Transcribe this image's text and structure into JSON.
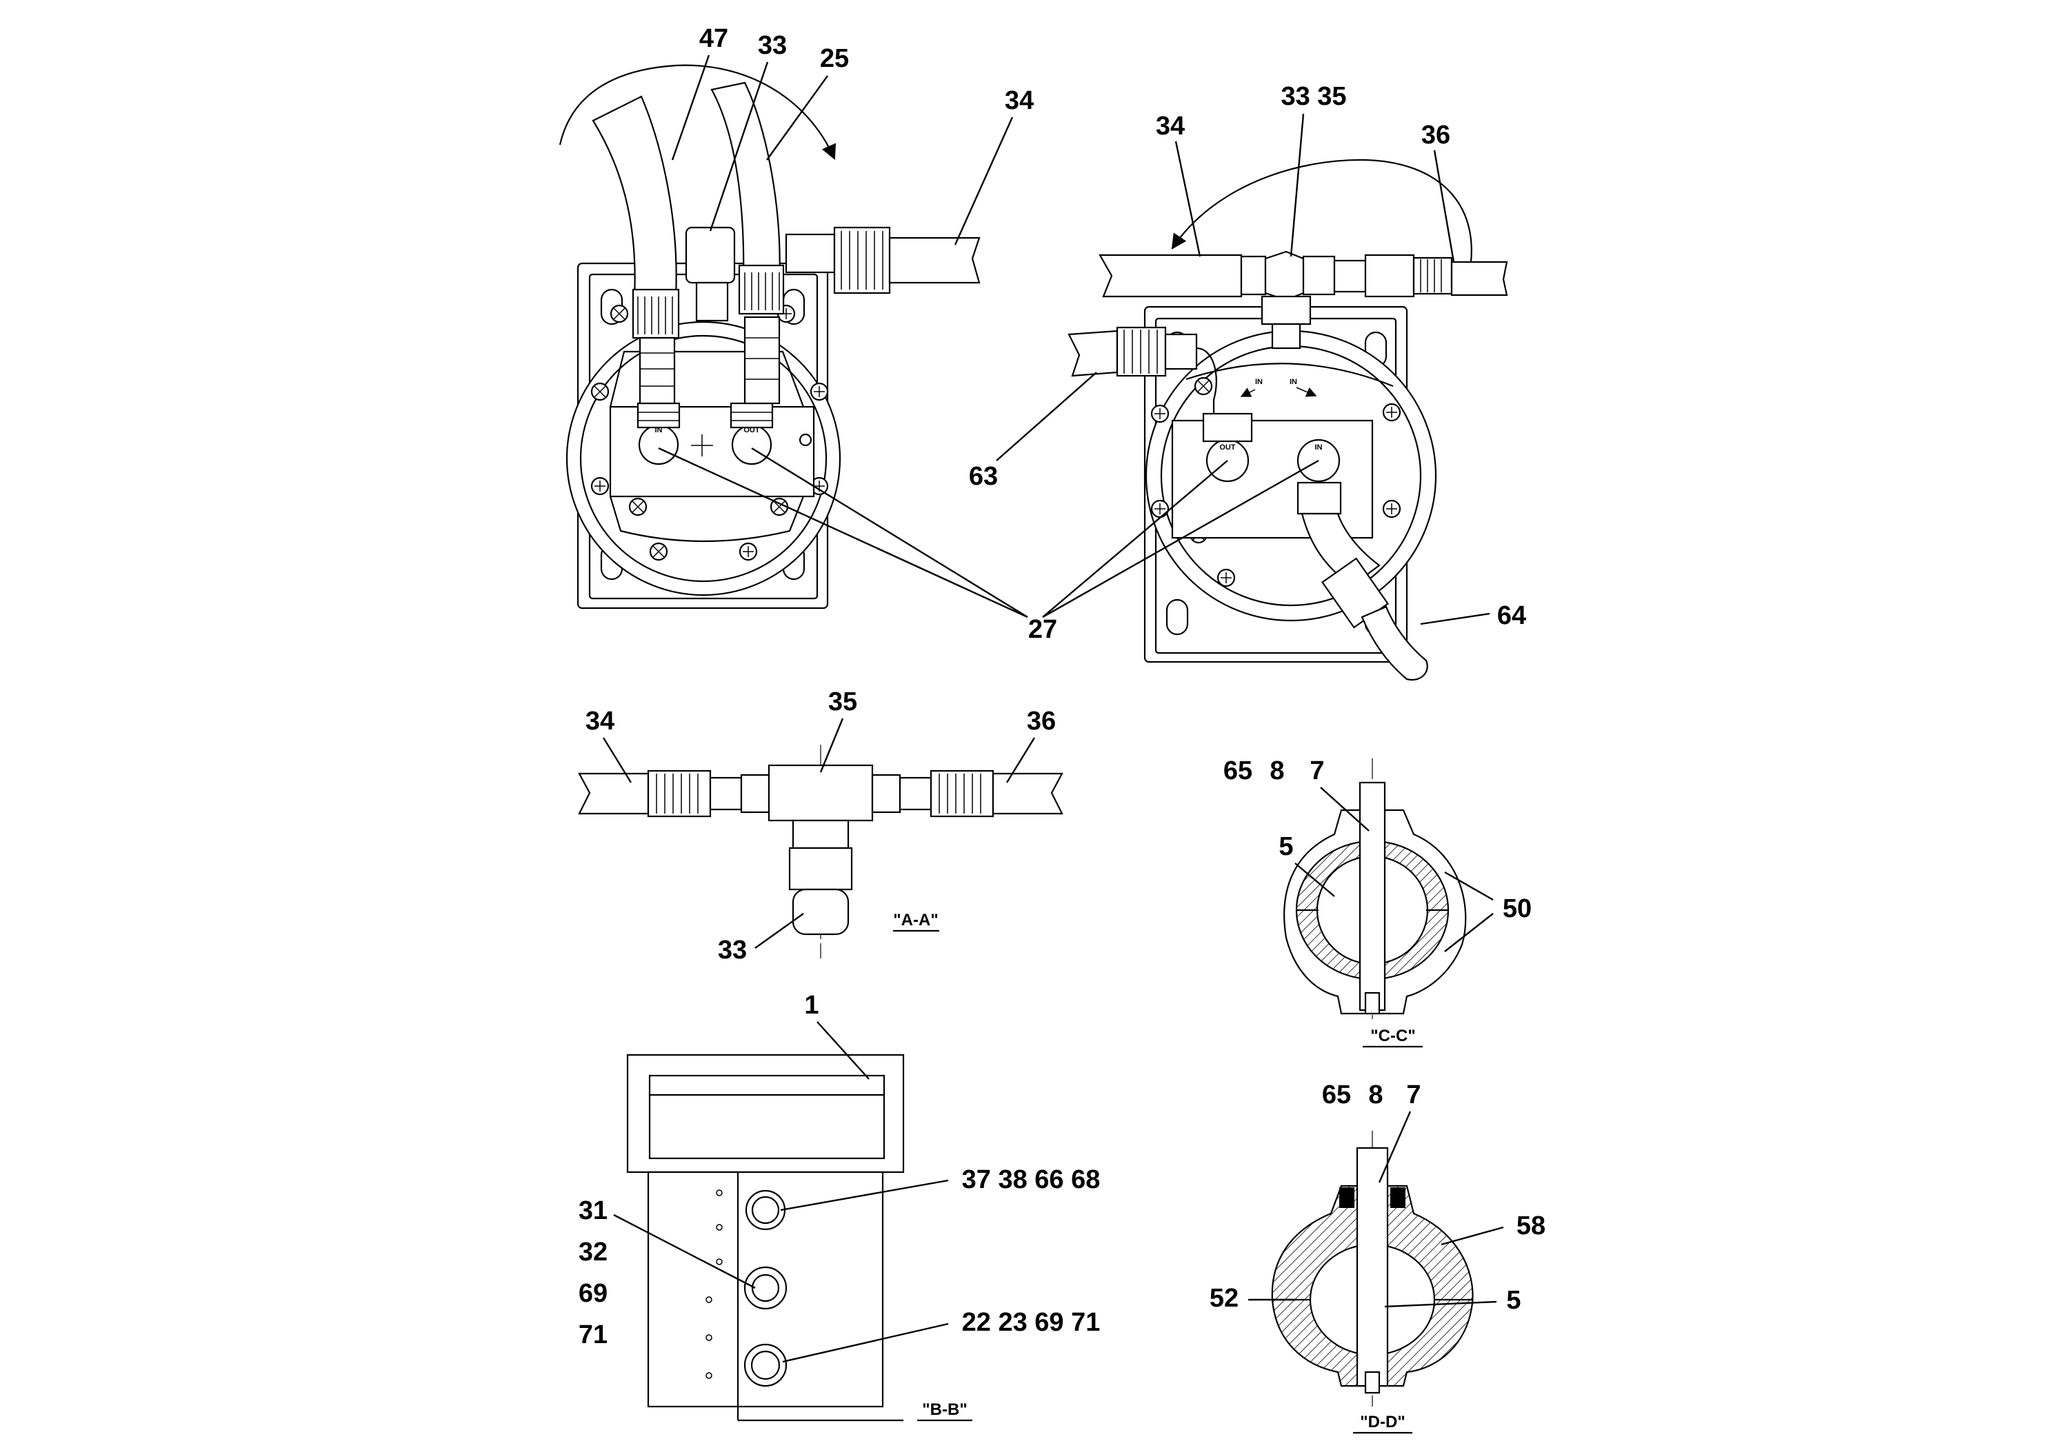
{
  "figure": {
    "top_left_view": {
      "labels": {
        "c47": "47",
        "c33": "33",
        "c25": "25",
        "c34": "34",
        "c27": "27"
      },
      "port_in": "IN",
      "port_out": "OUT"
    },
    "top_right_view": {
      "labels": {
        "c3335": "33 35",
        "c34": "34",
        "c36": "36",
        "c63": "63",
        "c64": "64"
      },
      "port_in": "IN",
      "port_out": "OUT",
      "flow_in_a": "IN",
      "flow_in_b": "IN"
    },
    "section_aa": {
      "title": "\"A-A\"",
      "labels": {
        "c34": "34",
        "c35": "35",
        "c36": "36",
        "c33": "33"
      }
    },
    "section_cc": {
      "title": "\"C-C\"",
      "labels": {
        "c65": "65",
        "c8": "8",
        "c7": "7",
        "c5": "5",
        "c50": "50"
      }
    },
    "section_bb": {
      "title": "\"B-B\"",
      "labels": {
        "c1": "1",
        "c37_38_66_68": "37 38 66 68",
        "c31": "31",
        "c32": "32",
        "c69": "69",
        "c71": "71",
        "c22_23_69_71": "22 23 69 71"
      }
    },
    "section_dd": {
      "title": "\"D-D\"",
      "labels": {
        "c65": "65",
        "c8": "8",
        "c7": "7",
        "c58": "58",
        "c52": "52",
        "c5": "5"
      }
    }
  }
}
